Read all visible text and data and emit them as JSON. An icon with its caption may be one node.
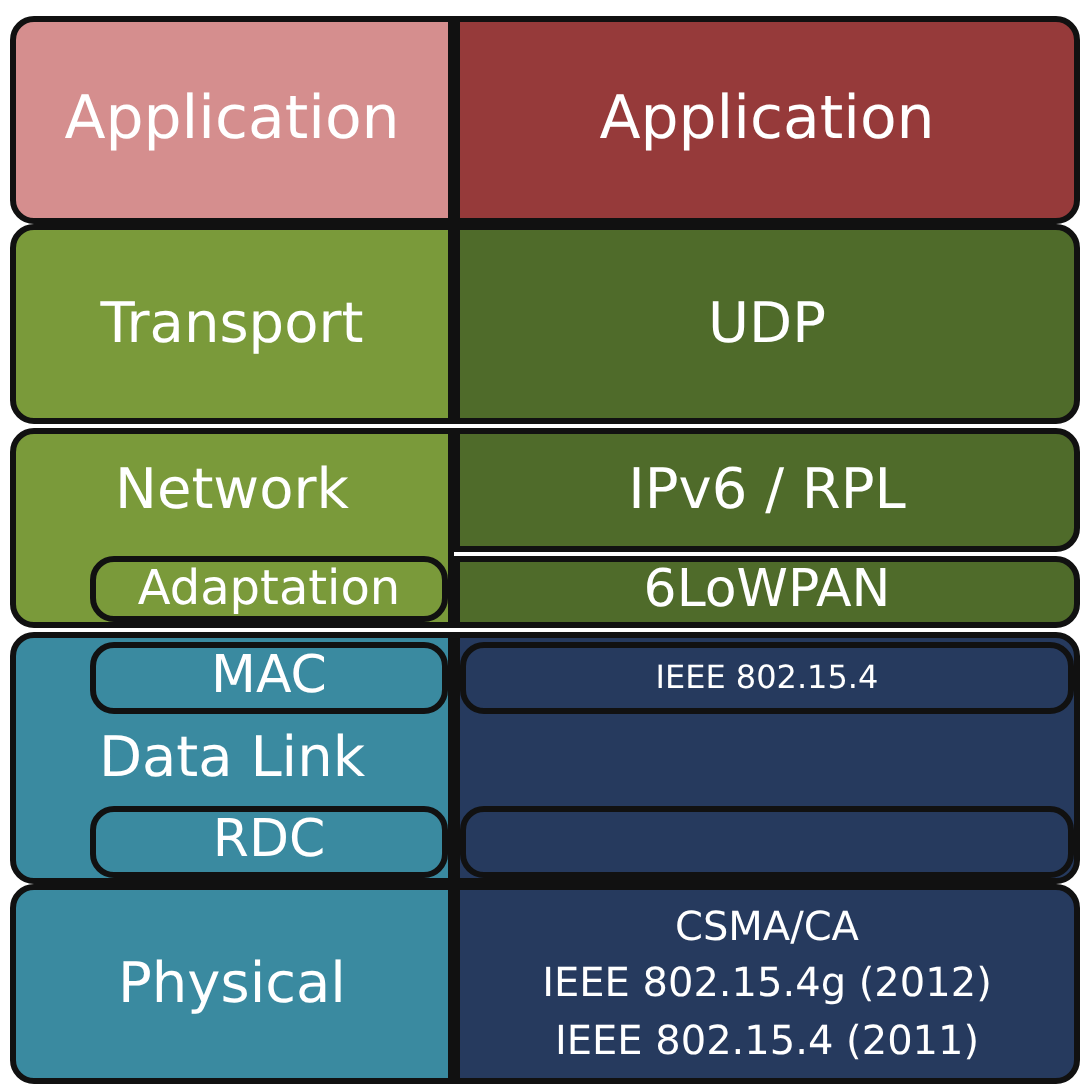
{
  "diagram": {
    "nodes": [
      {
        "text": [
          "Application"
        ]
      },
      {
        "text": [
          "Application"
        ]
      },
      {
        "text": [
          "Transport"
        ]
      },
      {
        "text": [
          "UDP"
        ]
      },
      {
        "text": [
          "Network"
        ]
      },
      {
        "text": [
          "IPv6 / RPL"
        ]
      },
      {
        "text": [
          "Adaptation"
        ],
        "in": 4
      },
      {
        "text": [
          "6LoWPAN"
        ]
      },
      {
        "text": [
          "Data Link"
        ]
      },
      {
        "text": [],
        "shape": "box"
      },
      {
        "text": [
          "MAC"
        ],
        "in": 8
      },
      {
        "text": [
          "IEEE 802.15.4"
        ],
        "in": 9
      },
      {
        "text": [
          "RDC"
        ],
        "in": 8
      },
      {
        "text": [],
        "shape": "box",
        "in": 9
      },
      {
        "text": [
          "Physical"
        ]
      },
      {
        "text": [
          "CSMA/CA",
          "IEEE 802.15.4g (2012)",
          "IEEE 802.15.4 (2011)"
        ]
      }
    ]
  }
}
